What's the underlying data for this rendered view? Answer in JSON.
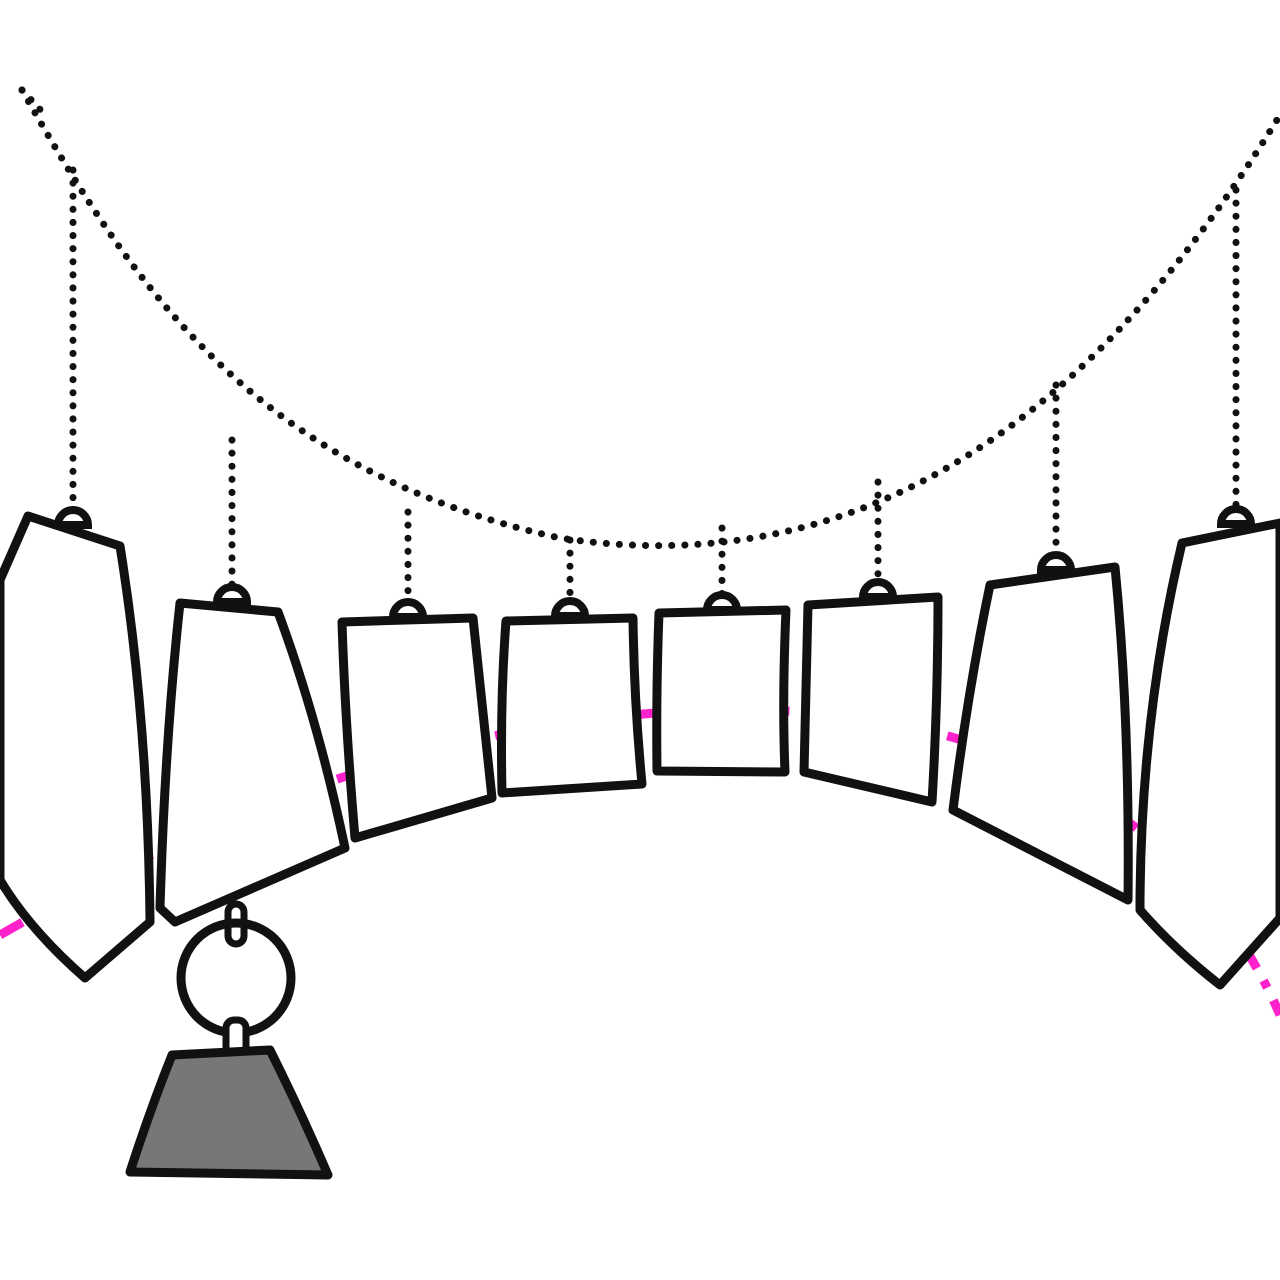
{
  "diagram": {
    "colors": {
      "ink": "#111111",
      "block_fill": "#ffffff",
      "thrust_line": "#ff22cc",
      "weight_fill": "#777777"
    },
    "elements": {
      "main_string": "catenary-chain",
      "blocks": 8,
      "hangers": 8,
      "thrust_line": "dashed-arch-curve",
      "weight": "trapezoid-weight"
    }
  }
}
